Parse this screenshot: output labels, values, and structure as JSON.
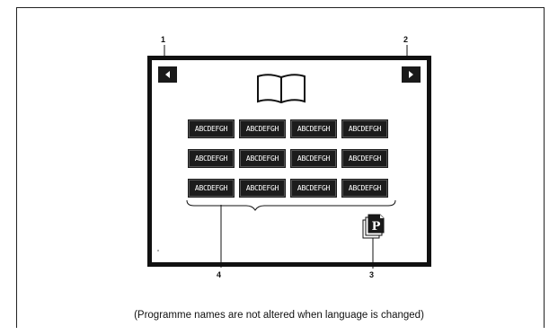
{
  "callouts": {
    "c1": "1",
    "c2": "2",
    "c3": "3",
    "c4": "4"
  },
  "programme_buttons": [
    [
      "ABCDEFGH",
      "ABCDEFGH",
      "ABCDEFGH",
      "ABCDEFGH"
    ],
    [
      "ABCDEFGH",
      "ABCDEFGH",
      "ABCDEFGH",
      "ABCDEFGH"
    ],
    [
      "ABCDEFGH",
      "ABCDEFGH",
      "ABCDEFGH",
      "ABCDEFGH"
    ]
  ],
  "p_icon_letter": "P",
  "caption": "(Programme names are not altered when language is changed)",
  "icons": [
    "left-arrow-icon",
    "right-arrow-icon",
    "book-icon",
    "programme-pages-icon"
  ]
}
